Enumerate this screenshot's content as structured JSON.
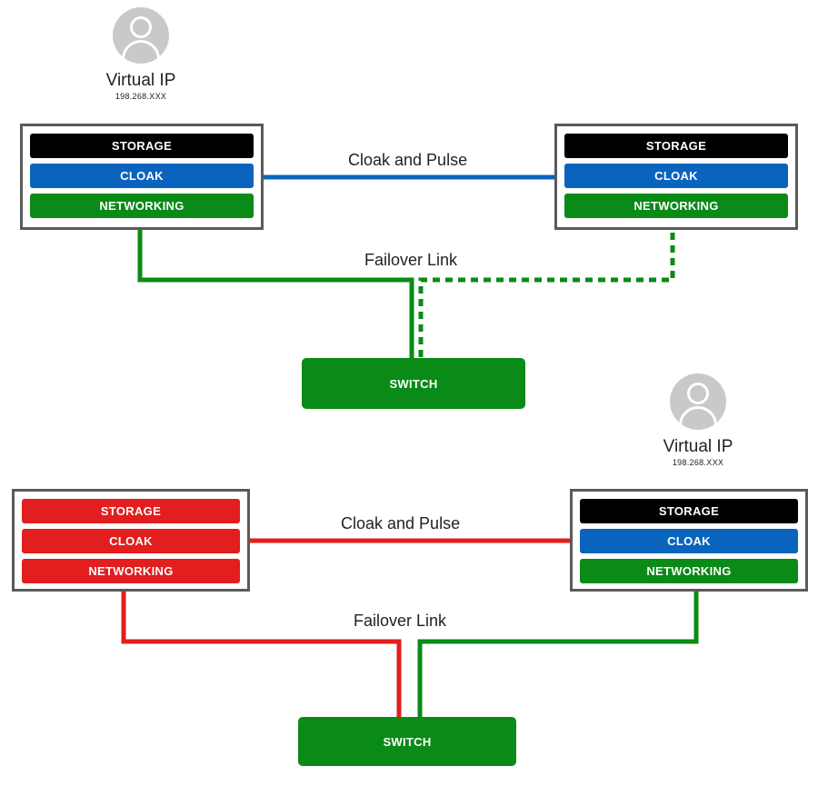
{
  "colors": {
    "storage_ok": "#000000",
    "cloak_ok": "#0a64be",
    "networking_ok": "#0a8a16",
    "failed": "#e21e1e",
    "switch": "#0a8a16",
    "frame": "#5a5a5a",
    "link_cloak_top": "#0a64be",
    "link_failed": "#e21e1e",
    "link_network": "#0a8a16"
  },
  "top": {
    "vip": {
      "title": "Virtual IP",
      "address": "198.268.XXX",
      "icon": "user-icon"
    },
    "left_node": {
      "storage": "STORAGE",
      "cloak": "CLOAK",
      "networking": "NETWORKING"
    },
    "right_node": {
      "storage": "STORAGE",
      "cloak": "CLOAK",
      "networking": "NETWORKING"
    },
    "cloak_link_label": "Cloak and Pulse",
    "failover_label": "Failover Link",
    "switch": "SWITCH"
  },
  "bottom": {
    "vip": {
      "title": "Virtual IP",
      "address": "198.268.XXX",
      "icon": "user-icon"
    },
    "left_node": {
      "storage": "STORAGE",
      "cloak": "CLOAK",
      "networking": "NETWORKING"
    },
    "right_node": {
      "storage": "STORAGE",
      "cloak": "CLOAK",
      "networking": "NETWORKING"
    },
    "cloak_link_label": "Cloak and Pulse",
    "failover_label": "Failover Link",
    "switch": "SWITCH"
  }
}
